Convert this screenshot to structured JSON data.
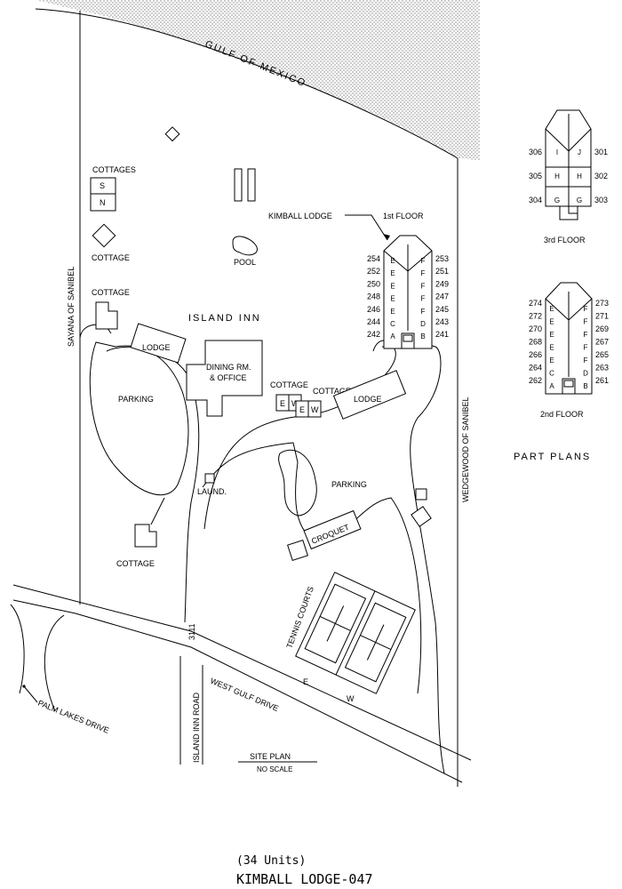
{
  "water": {
    "label": "GULF OF MEXICO"
  },
  "roads": {
    "west_boundary": "SAYANA OF SANIBEL",
    "east_boundary": "WEDGEWOOD OF SANIBEL",
    "palm_lakes": "PALM LAKES DRIVE",
    "west_gulf": "WEST GULF DRIVE",
    "island_inn_road": "ISLAND INN ROAD",
    "address_number": "3111"
  },
  "site": {
    "title": "ISLAND INN",
    "cottages_label": "COTTAGES",
    "cottage_s": "S",
    "cottage_n": "N",
    "cottage": "COTTAGE",
    "pool": "POOL",
    "lodge": "LODGE",
    "dining": [
      "DINING RM.",
      "& OFFICE"
    ],
    "parking": "PARKING",
    "laund": "LAUND.",
    "croquet": "CROQUET",
    "tennis": "TENNIS COURTS",
    "e": "E",
    "w": "W",
    "kimball_lodge": "KIMBALL LODGE"
  },
  "first_floor": {
    "title": "1st FLOOR",
    "left_units": [
      "254",
      "252",
      "250",
      "248",
      "246",
      "244",
      "242"
    ],
    "right_units": [
      "253",
      "251",
      "249",
      "247",
      "245",
      "243",
      "241"
    ],
    "letters_left": [
      "E",
      "E",
      "E",
      "E",
      "E",
      "C",
      "A"
    ],
    "letters_right": [
      "F",
      "F",
      "F",
      "F",
      "F",
      "D",
      "B"
    ]
  },
  "second_floor": {
    "title": "2nd FLOOR",
    "left_units": [
      "274",
      "272",
      "270",
      "268",
      "266",
      "264",
      "262"
    ],
    "right_units": [
      "273",
      "271",
      "269",
      "267",
      "265",
      "263",
      "261"
    ],
    "letters_left": [
      "E",
      "E",
      "E",
      "E",
      "E",
      "C",
      "A"
    ],
    "letters_right": [
      "F",
      "F",
      "F",
      "F",
      "F",
      "D",
      "B"
    ]
  },
  "third_floor": {
    "title": "3rd FLOOR",
    "left_units": [
      "306",
      "305",
      "304"
    ],
    "right_units": [
      "301",
      "302",
      "303"
    ],
    "letters_left": [
      "I",
      "H",
      "G"
    ],
    "letters_right": [
      "J",
      "H",
      "G"
    ]
  },
  "part_plans": "PART PLANS",
  "site_plan": {
    "title": "SITE PLAN",
    "scale": "NO SCALE"
  },
  "footer": {
    "units": "(34 Units)",
    "name": "KIMBALL LODGE-047"
  }
}
